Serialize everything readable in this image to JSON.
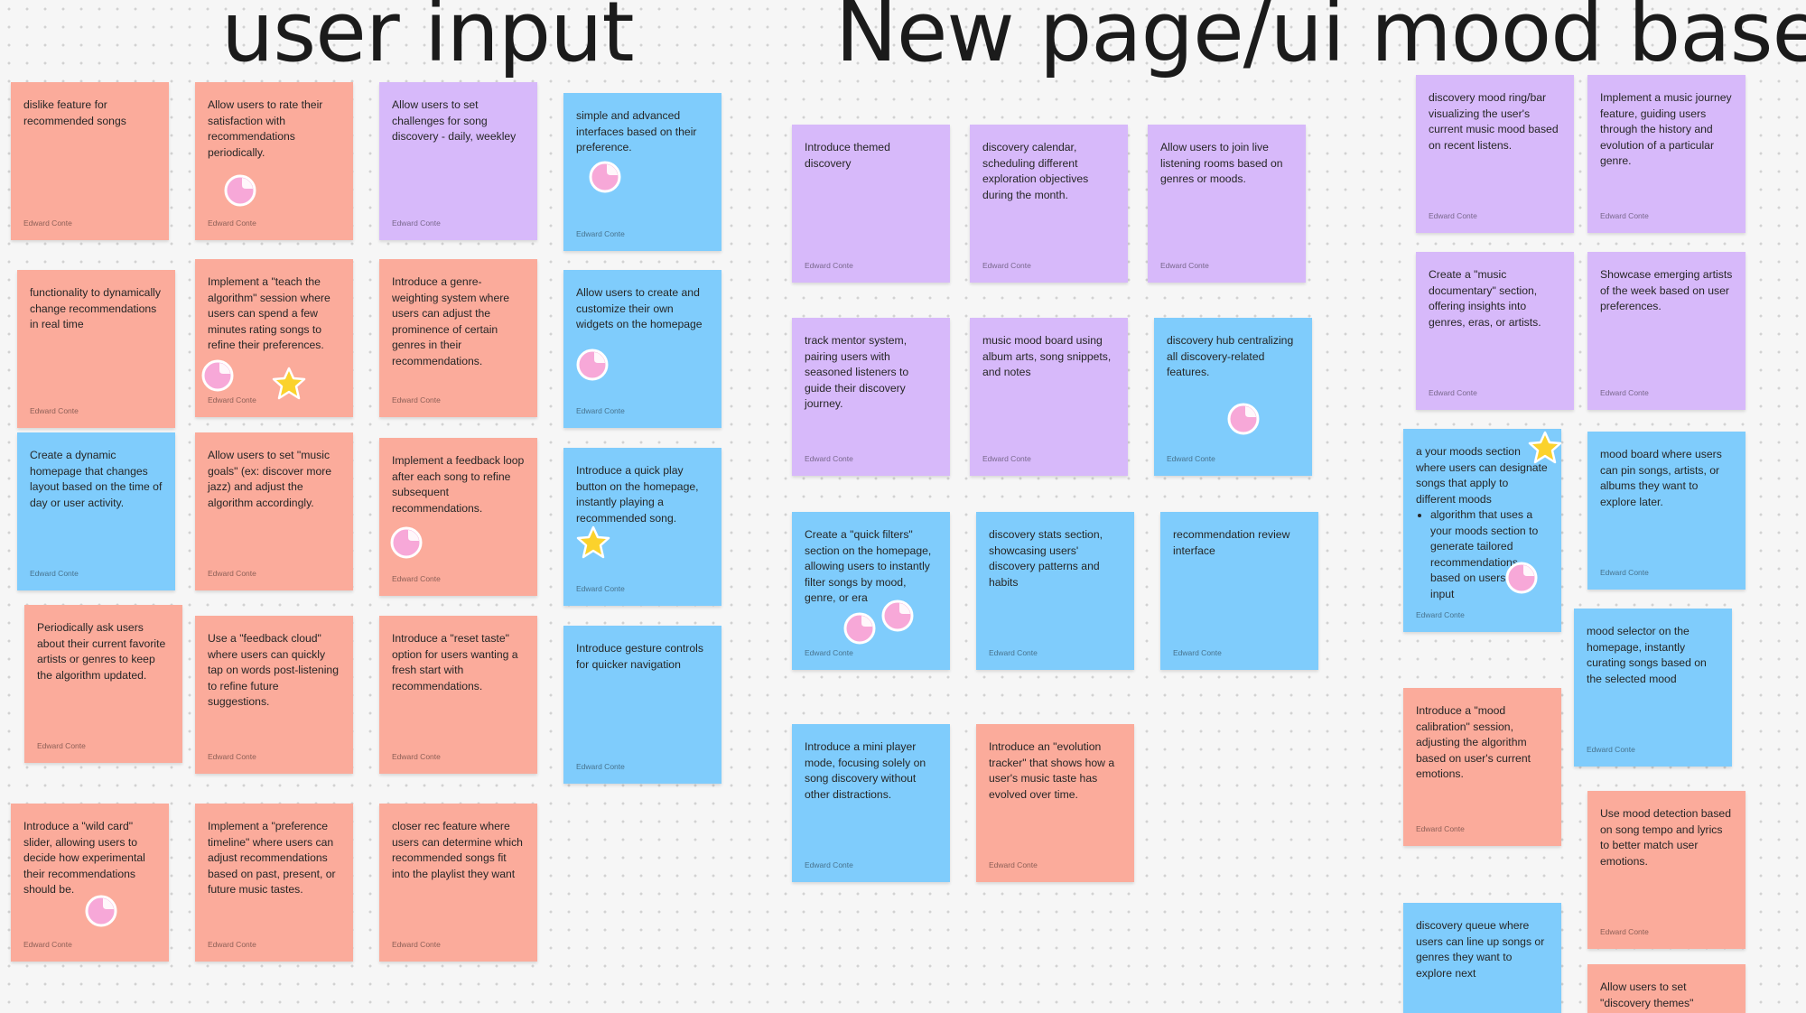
{
  "headings": [
    "user input",
    "New page/ui",
    "mood based"
  ],
  "author": "Edward Conte",
  "colors": {
    "salmon": "#fbab9b",
    "purple": "#d7b9fa",
    "blue": "#7fccfc",
    "sticker_pink": "#f7a8d8",
    "star_yellow": "#fbd22c"
  },
  "notes": [
    "dislike feature for recommended songs",
    "Allow users to rate their satisfaction with recommendations periodically.",
    "Allow users to set challenges for song discovery - daily, weekley",
    "simple and advanced interfaces based on their preference.",
    "functionality to dynamically change recommendations in real time",
    "Implement a \"teach the algorithm\" session where users can spend a few minutes rating songs to refine their preferences.",
    "Introduce a genre-weighting system where users can adjust the prominence of certain genres in their recommendations.",
    "Allow users to create and customize their own widgets on the homepage",
    "Create a dynamic homepage that changes layout based on the time of day or user activity.",
    "Allow users to set \"music goals\" (ex: discover more jazz) and adjust the algorithm accordingly.",
    "Implement a feedback loop after each song to refine subsequent recommendations.",
    "Introduce a quick play button on the homepage, instantly playing a recommended song.",
    "Periodically ask users about their current favorite artists or genres to keep the algorithm updated.",
    "Use a \"feedback cloud\" where users can quickly tap on words post-listening to refine future suggestions.",
    "Introduce a \"reset taste\" option for users wanting a fresh start with recommendations.",
    "Introduce gesture controls for quicker navigation",
    "Introduce a \"wild card\" slider, allowing users to decide how experimental their recommendations should be.",
    "Implement a \"preference timeline\" where users can adjust recommendations based on past, present, or future music tastes.",
    "closer rec feature where users can determine which recommended songs fit into the playlist they want",
    "Introduce themed discovery",
    "discovery calendar, scheduling different exploration objectives during the month.",
    "Allow users to join live listening rooms based on genres or moods.",
    "track mentor system, pairing users with seasoned listeners to guide their discovery journey.",
    "music mood board using album arts, song snippets, and notes",
    "discovery hub centralizing all discovery-related features.",
    "Create a \"quick filters\" section on the homepage, allowing users to instantly filter songs by mood, genre, or era",
    "discovery stats section, showcasing users' discovery patterns and habits",
    "recommendation review interface",
    "Introduce a mini player mode, focusing solely on song discovery without other distractions.",
    "Introduce an \"evolution tracker\" that shows how a user's music taste has evolved over time.",
    "discovery mood ring/bar visualizing the user's current music mood based on recent listens.",
    "Implement a music journey feature, guiding users through the history and evolution of a particular genre.",
    "Create a \"music documentary\" section, offering insights into genres, eras, or artists.",
    "Showcase emerging artists of the week based on user preferences.",
    "a your moods section where users can designate songs that apply to different moods",
    "mood board where users can pin songs, artists, or albums they want to explore later.",
    "mood selector on the homepage, instantly curating songs based on the selected mood",
    "Introduce a \"mood calibration\" session, adjusting the algorithm based on user's current emotions.",
    "Use mood detection based on song tempo and lyrics to better match user emotions.",
    "discovery queue where users can line up songs or genres they want to explore next",
    "Allow users to set \"discovery themes\""
  ],
  "moods_sub_bullet": "algorithm that uses a your moods section to generate tailored recommendations based on users' rated input"
}
